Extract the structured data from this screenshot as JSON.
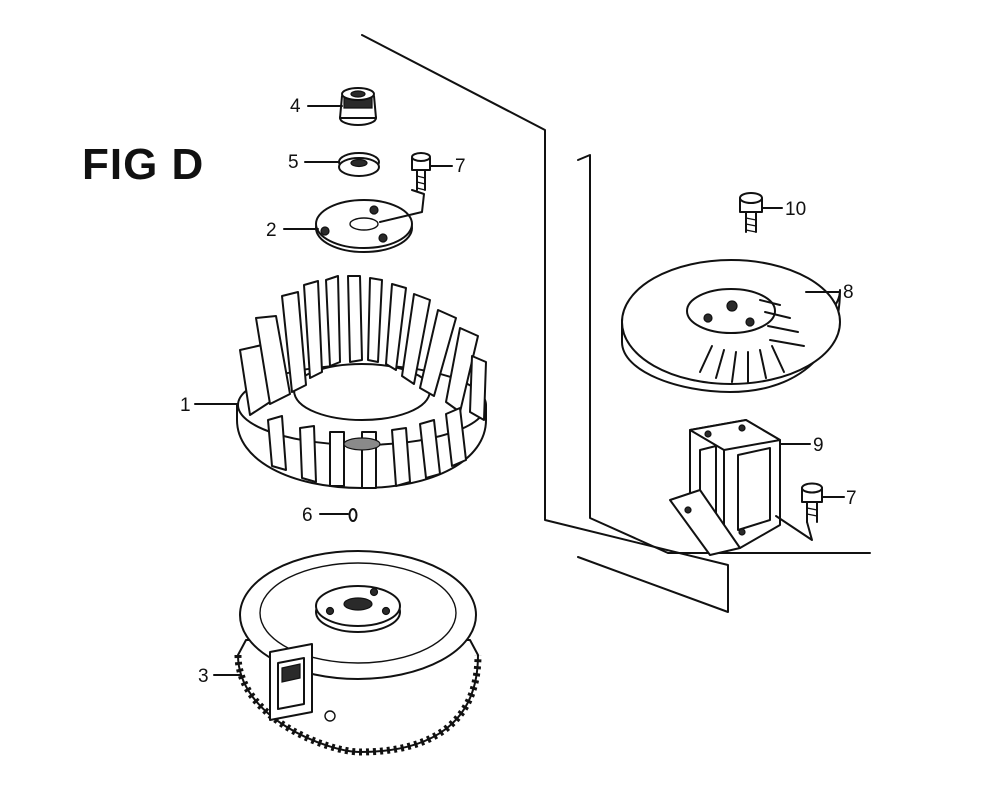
{
  "figure": {
    "title": "FIG D"
  },
  "callouts": [
    {
      "id": "c1",
      "label": "1"
    },
    {
      "id": "c2",
      "label": "2"
    },
    {
      "id": "c3",
      "label": "3"
    },
    {
      "id": "c4",
      "label": "4"
    },
    {
      "id": "c5",
      "label": "5"
    },
    {
      "id": "c6",
      "label": "6"
    },
    {
      "id": "c7a",
      "label": "7"
    },
    {
      "id": "c7b",
      "label": "7"
    },
    {
      "id": "c8",
      "label": "8"
    },
    {
      "id": "c9",
      "label": "9"
    },
    {
      "id": "c10",
      "label": "10"
    }
  ],
  "colors": {
    "ink": "#111111",
    "background": "#ffffff"
  }
}
